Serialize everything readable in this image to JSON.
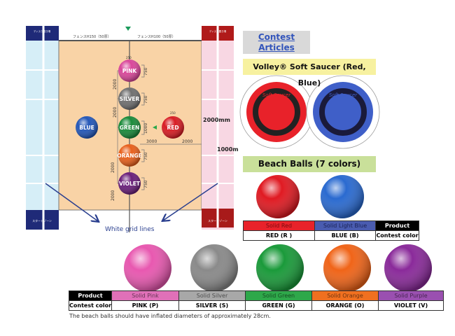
{
  "diagram": {
    "fence_left": "フェンスH150（50厚）",
    "fence_right": "フェンスH100（50厚）",
    "left_zone_label": "ディスク置き場",
    "right_zone_label": "ディスク置き場",
    "left_start_label": "スタートゾーン",
    "right_start_label": "スタートゾーン",
    "balls": [
      {
        "label": "PINK",
        "color": "#d9479a"
      },
      {
        "label": "SILVER",
        "color": "#707070"
      },
      {
        "label": "GREEN",
        "color": "#1a8a3a"
      },
      {
        "label": "ORANGE",
        "color": "#e8601c"
      },
      {
        "label": "VIOLET",
        "color": "#6a1f7a"
      },
      {
        "label": "BLUE",
        "color": "#2457b8"
      },
      {
        "label": "RED",
        "color": "#d81c24"
      }
    ],
    "dim_2000": "2000",
    "dim_750": "750",
    "dim_1000": "1000",
    "dim_3000": "3000",
    "dim_250": "250",
    "dim_2000mm": "2000mm",
    "dim_1000m": "1000m",
    "grid_caption": "White grid lines"
  },
  "contest_articles": [
    "Contest",
    "Articles"
  ],
  "saucer_title": "Volley® Soft Saucer (Red, Blue)",
  "saucer_text": "Soft Saucer",
  "beach_title": "Beach Balls (7 colors)",
  "table1": {
    "row1": [
      "Solid Red",
      "Solid Light Blue",
      "Product"
    ],
    "row2": [
      "RED (R )",
      "BLUE (B)",
      "Contest color"
    ],
    "colors": [
      "#e8222a",
      "#4a5cb0",
      "#000000"
    ]
  },
  "table2": {
    "row1": [
      "Product",
      "Solid Pink",
      "Solid Silver",
      "Solid Green",
      "Solid Orange",
      "Solid Purple"
    ],
    "row2": [
      "Contest color",
      "PINK (P)",
      "SILVER (S)",
      "GREEN (G)",
      "ORANGE (O)",
      "VIOLET (V)"
    ],
    "colors": [
      "#000000",
      "#e070b8",
      "#a8a8a8",
      "#2ea84a",
      "#f07020",
      "#9a50b0"
    ]
  },
  "footnote": "The beach balls should have inflated diameters of approximately 28cm."
}
